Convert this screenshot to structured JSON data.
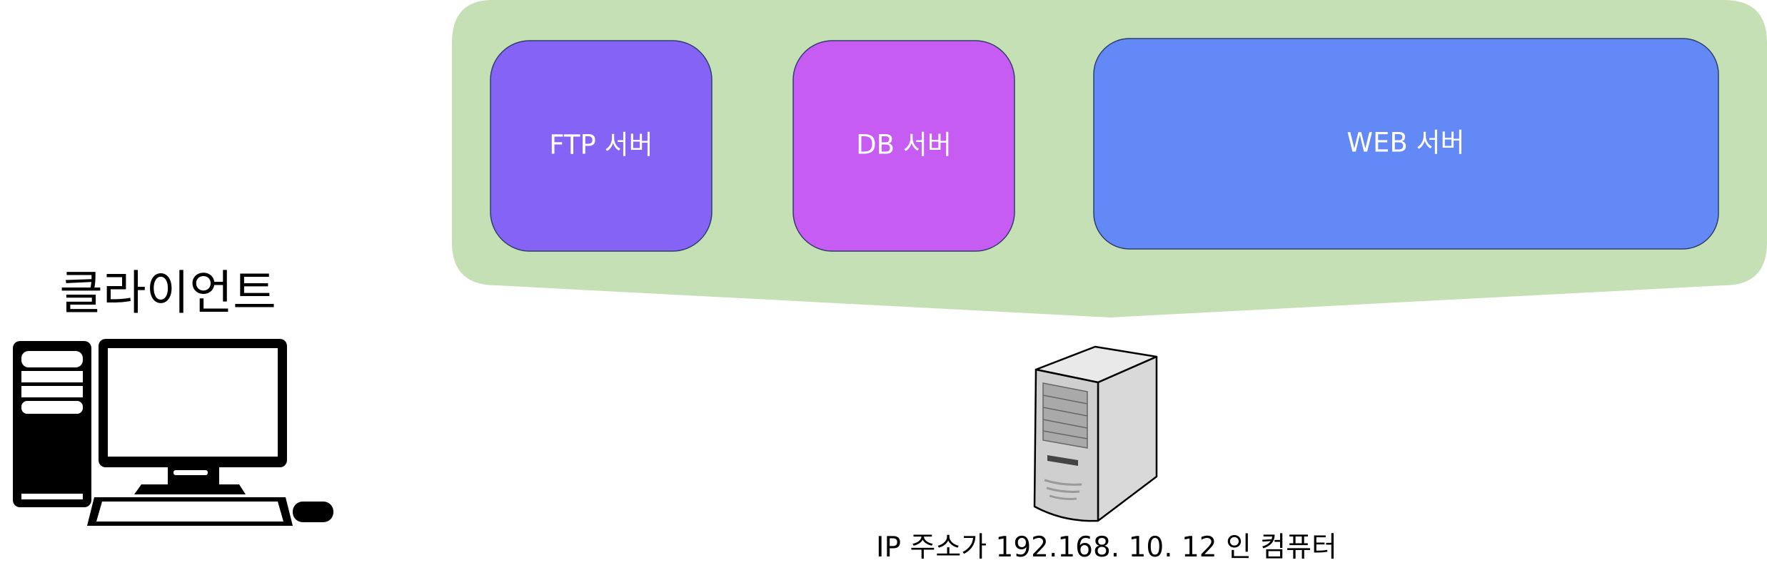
{
  "client": {
    "label": "클라이언트"
  },
  "services": [
    {
      "label": "FTP 서버",
      "color": "#8563F5"
    },
    {
      "label": "DB 서버",
      "color": "#C75CF2"
    },
    {
      "label": "WEB 서버",
      "color": "#6289F5"
    }
  ],
  "server": {
    "label": "IP 주소가 192.168. 10. 12 인 컴퓨터"
  },
  "colors": {
    "container": "#C5E0B4",
    "box_border": "#2F3D6E"
  }
}
